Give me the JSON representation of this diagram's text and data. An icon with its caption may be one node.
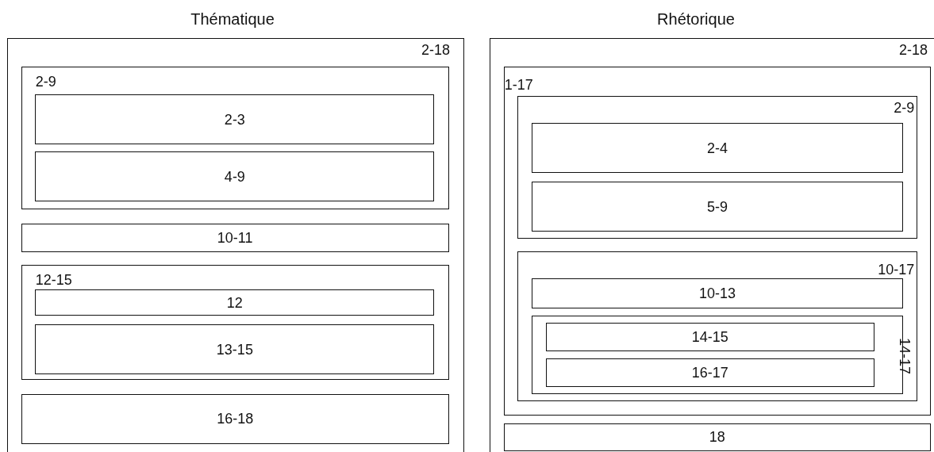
{
  "diagram": {
    "nodes": [
      {
        "text": [
          "2-18"
        ]
      },
      {
        "text": [
          "2-9"
        ],
        "in": 0
      },
      {
        "text": [
          "2-3"
        ],
        "in": 1
      },
      {
        "text": [
          "4-9"
        ],
        "in": 1
      },
      {
        "text": [
          "10-11"
        ],
        "in": 0
      },
      {
        "text": [
          "12-15"
        ],
        "in": 0
      },
      {
        "text": [
          "12"
        ],
        "in": 5
      },
      {
        "text": [
          "13-15"
        ],
        "in": 5
      },
      {
        "text": [
          "16-18"
        ],
        "in": 0
      },
      {
        "text": [
          "2-18"
        ]
      },
      {
        "text": [
          "1-17"
        ],
        "in": 9
      },
      {
        "text": [
          "2-9"
        ],
        "in": 10
      },
      {
        "text": [
          "2-4"
        ],
        "in": 11
      },
      {
        "text": [
          "5-9"
        ],
        "in": 11
      },
      {
        "text": [
          "10-17"
        ],
        "in": 10
      },
      {
        "text": [
          "10-13"
        ],
        "in": 14
      },
      {
        "text": [
          "14-17"
        ],
        "in": 14
      },
      {
        "text": [
          "14-15"
        ],
        "in": 16
      },
      {
        "text": [
          "16-17"
        ],
        "in": 16
      },
      {
        "text": [
          "18"
        ],
        "in": 9
      }
    ],
    "labels": [
      "Thématique",
      "Rhétorique"
    ]
  }
}
